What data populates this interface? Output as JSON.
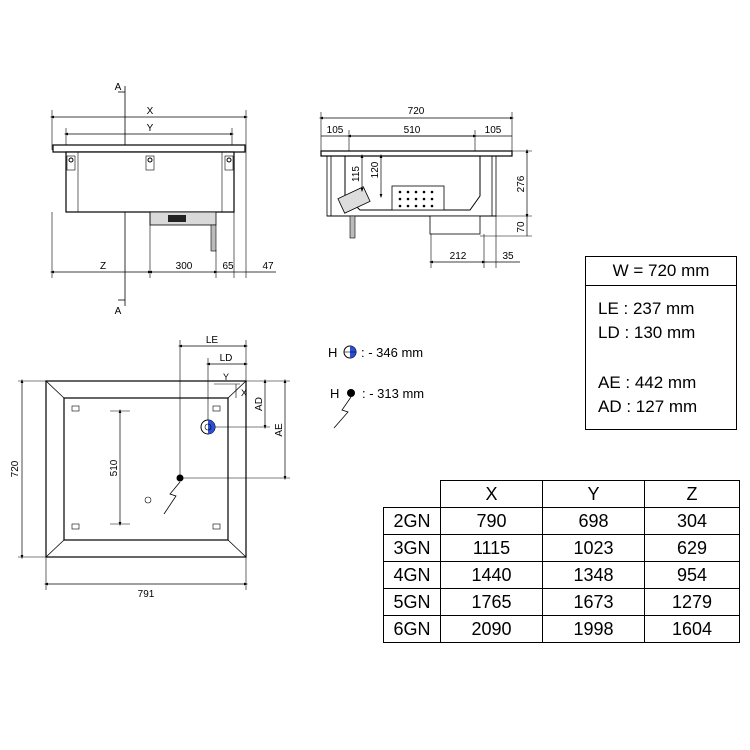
{
  "front_view": {
    "dim_x": "X",
    "dim_y": "Y",
    "dim_z": "Z",
    "dim_300": "300",
    "dim_65": "65",
    "dim_47": "47",
    "section_top": "A",
    "section_bottom": "A"
  },
  "side_view": {
    "dim_720": "720",
    "dim_105_left": "105",
    "dim_510": "510",
    "dim_105_right": "105",
    "dim_115": "115",
    "dim_120": "120",
    "dim_276": "276",
    "dim_70": "70",
    "dim_212": "212",
    "dim_35": "35"
  },
  "plan_view": {
    "dim_le": "LE",
    "dim_ld": "LD",
    "dim_ad": "AD",
    "dim_ae": "AE",
    "dim_720": "720",
    "dim_510": "510",
    "dim_791": "791",
    "axis_x": "X",
    "axis_y": "Y"
  },
  "legend": {
    "hot_prefix": "H",
    "hot_value": ": - 346 mm",
    "elec_prefix": "H",
    "elec_value": ": - 313 mm"
  },
  "specs": {
    "width": "W = 720 mm",
    "le": "LE : 237 mm",
    "ld": "LD : 130 mm",
    "ae": "AE :  442 mm",
    "ad": "AD :  127 mm"
  },
  "size_table": {
    "headers": [
      "",
      "X",
      "Y",
      "Z"
    ],
    "rows": [
      [
        "2GN",
        "790",
        "698",
        "304"
      ],
      [
        "3GN",
        "1115",
        "1023",
        "629"
      ],
      [
        "4GN",
        "1440",
        "1348",
        "954"
      ],
      [
        "5GN",
        "1765",
        "1673",
        "1279"
      ],
      [
        "6GN",
        "2090",
        "1998",
        "1604"
      ]
    ]
  },
  "colors": {
    "line": "#000000",
    "marker_blue": "#2a4fd6",
    "panel_gray": "#d9d9d9"
  }
}
